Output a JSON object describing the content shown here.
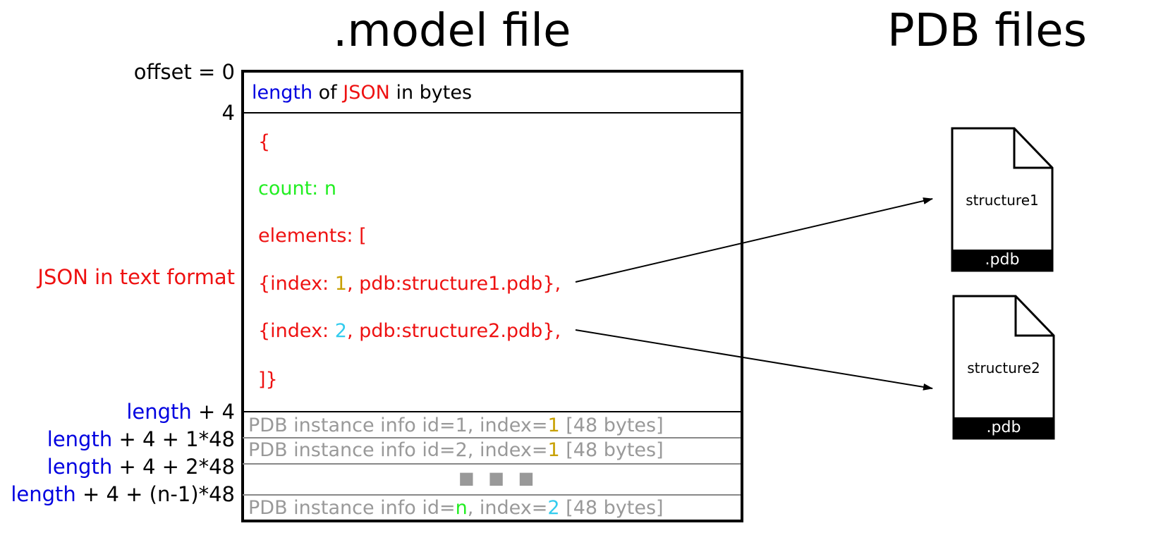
{
  "headings": {
    "model_file": ".model file",
    "pdb_files": "PDB files"
  },
  "offsets": {
    "zero": "offset = 0",
    "four": "4",
    "json_label": "JSON in text format",
    "len": "length",
    "plus4": "+ 4",
    "plus4_1": "+ 4 + 1*48",
    "plus4_2": "+ 4 + 2*48",
    "plus4_n": "+ 4 + (n-1)*48"
  },
  "header_row": {
    "length": "length",
    "of": "of",
    "json": "JSON",
    "in_bytes": "in bytes"
  },
  "json_lines": {
    "open_brace": "{",
    "count_key": "count:",
    "count_val": "n",
    "elements": "elements: [",
    "e1_pre": "{index:",
    "e1_idx": "1",
    "e1_post": ", pdb:structure1.pdb},",
    "e2_pre": "{index:",
    "e2_idx": "2",
    "e2_post": ", pdb:structure2.pdb},",
    "close": "]}"
  },
  "instance_rows": [
    {
      "pre": "PDB instance info id=1, index=",
      "id": "",
      "idx": "1",
      "post": " [48 bytes]"
    },
    {
      "pre": "PDB instance info id=2, index=",
      "id": "",
      "idx": "1",
      "post": " [48 bytes]"
    },
    {
      "pre": "PDB instance info id=",
      "id": "n",
      "mid": ", index=",
      "idx": "2",
      "post": " [48 bytes]"
    }
  ],
  "ellipsis": "■ ■ ■",
  "pdb_files": [
    {
      "name": "structure1",
      "ext": ".pdb"
    },
    {
      "name": "structure2",
      "ext": ".pdb"
    }
  ],
  "colors": {
    "length_blue": "#0000e0",
    "json_red": "#ee1111",
    "count_green": "#22ee22",
    "index1_gold": "#c8a000",
    "index2_cyan": "#33ccee",
    "instance_gray": "#999999"
  }
}
